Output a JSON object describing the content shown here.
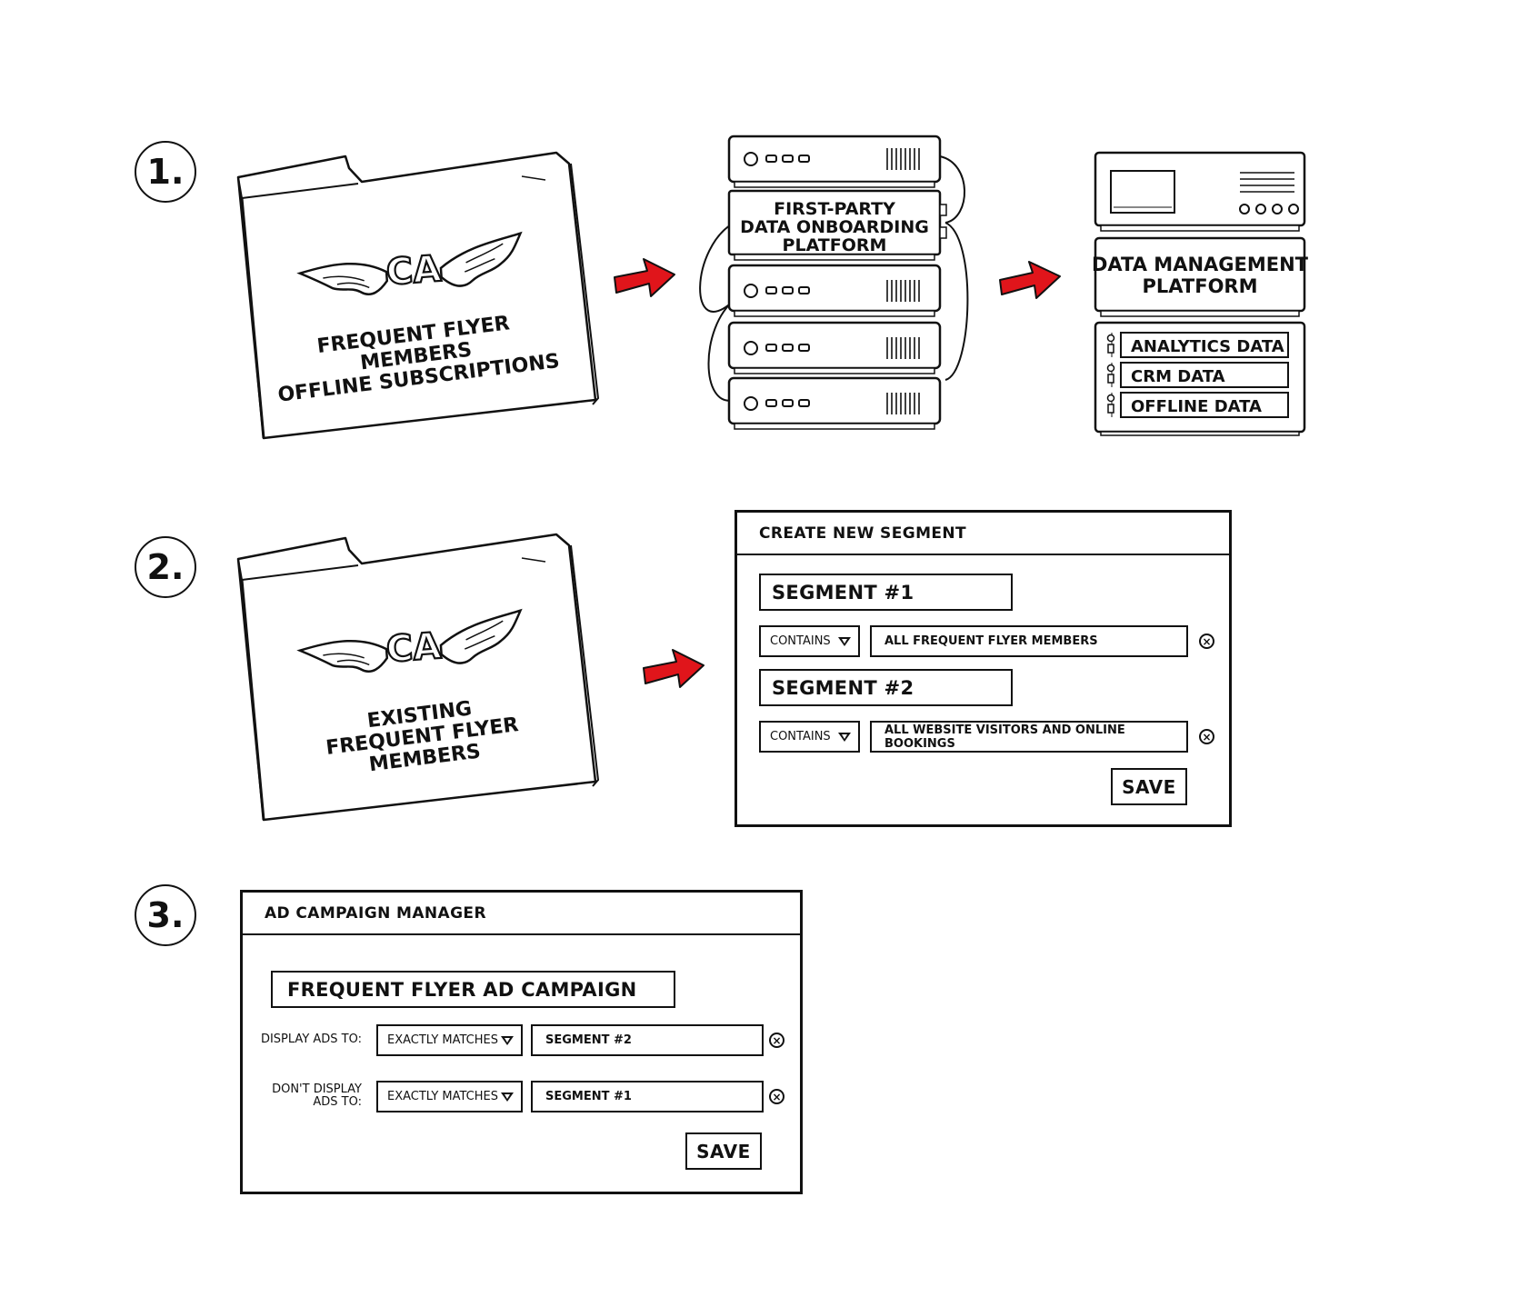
{
  "steps": [
    "1.",
    "2.",
    "3."
  ],
  "step1": {
    "folder": {
      "logo": "CA",
      "lines": [
        "FREQUENT FLYER",
        "MEMBERS",
        "OFFLINE SUBSCRIPTIONS"
      ]
    },
    "onboarding": {
      "lines": [
        "FIRST-PARTY",
        "DATA ONBOARDING",
        "PLATFORM"
      ]
    },
    "dmp": {
      "title_lines": [
        "DATA MANAGEMENT",
        "PLATFORM"
      ],
      "data_items": [
        "ANALYTICS DATA",
        "CRM DATA",
        "OFFLINE DATA"
      ]
    }
  },
  "step2": {
    "folder": {
      "logo": "CA",
      "lines": [
        "EXISTING",
        "FREQUENT FLYER",
        "MEMBERS"
      ]
    },
    "segment_panel": {
      "title": "CREATE NEW SEGMENT",
      "segments": [
        {
          "name": "SEGMENT #1",
          "operator": "CONTAINS",
          "value": "ALL FREQUENT FLYER MEMBERS"
        },
        {
          "name": "SEGMENT #2",
          "operator": "CONTAINS",
          "value": "ALL WEBSITE VISITORS AND ONLINE BOOKINGS"
        }
      ],
      "save_label": "SAVE"
    }
  },
  "step3": {
    "campaign_panel": {
      "title": "AD CAMPAIGN MANAGER",
      "campaign_name": "FREQUENT FLYER AD CAMPAIGN",
      "rules": [
        {
          "label_lines": [
            "DISPLAY ADS TO:"
          ],
          "operator": "EXACTLY MATCHES",
          "value": "SEGMENT #2"
        },
        {
          "label_lines": [
            "DON'T DISPLAY",
            "ADS TO:"
          ],
          "operator": "EXACTLY MATCHES",
          "value": "SEGMENT #1"
        }
      ],
      "save_label": "SAVE"
    }
  },
  "colors": {
    "arrow": "#e0151b",
    "ink": "#111111"
  },
  "icons": [
    "folder-icon",
    "wings-logo-icon",
    "server-stack-icon",
    "red-arrow-icon",
    "dropdown-triangle-icon",
    "clear-x-icon"
  ]
}
